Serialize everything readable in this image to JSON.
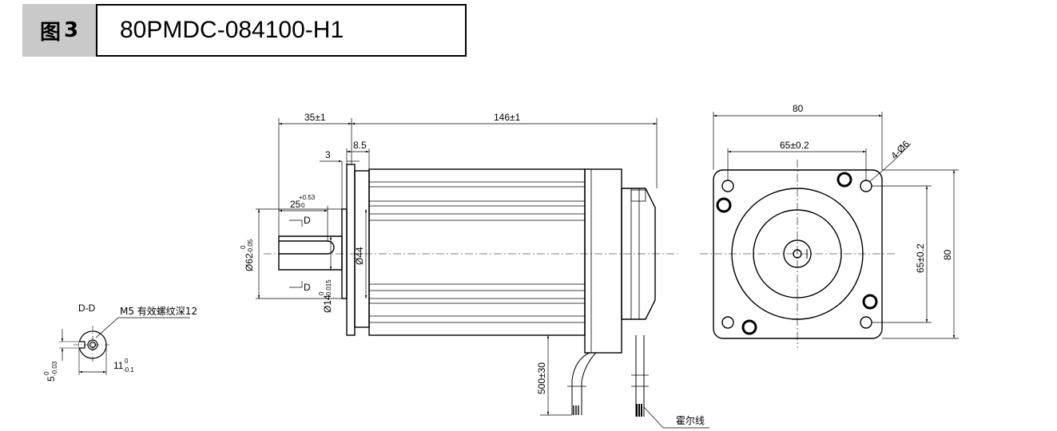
{
  "header": {
    "figure_prefix": "图",
    "figure_number": "3",
    "model": "80PMDC-084100-H1"
  },
  "section_view": {
    "label": "D-D",
    "thread_note": "M5 有效螺纹深12",
    "width_dim": "11",
    "width_tol_upper": "0",
    "width_tol_lower": "-0.1",
    "depth_dim": "5",
    "depth_tol_upper": "0",
    "depth_tol_lower": "-0.03"
  },
  "side_view": {
    "shaft_length": "35±1",
    "body_length": "146±1",
    "flange_thickness": "8.5",
    "boss_height": "3",
    "key_length": "25",
    "key_tol_upper": "+0.53",
    "key_tol_lower": "0",
    "section_mark": "D",
    "spigot_dim": "Ø62",
    "spigot_tol_upper": "0",
    "spigot_tol_lower": "-0.05",
    "shaft_dim": "Ø14",
    "shaft_tol_upper": "0",
    "shaft_tol_lower": "-0.015",
    "boss_dim": "Ø44",
    "lead_length": "500±30",
    "hall_label": "霍尔线"
  },
  "front_view": {
    "width": "80",
    "hole_spacing_h": "65±0.2",
    "hole_spec": "4-Ø6",
    "hole_spacing_v": "65±0.2",
    "height": "80"
  }
}
